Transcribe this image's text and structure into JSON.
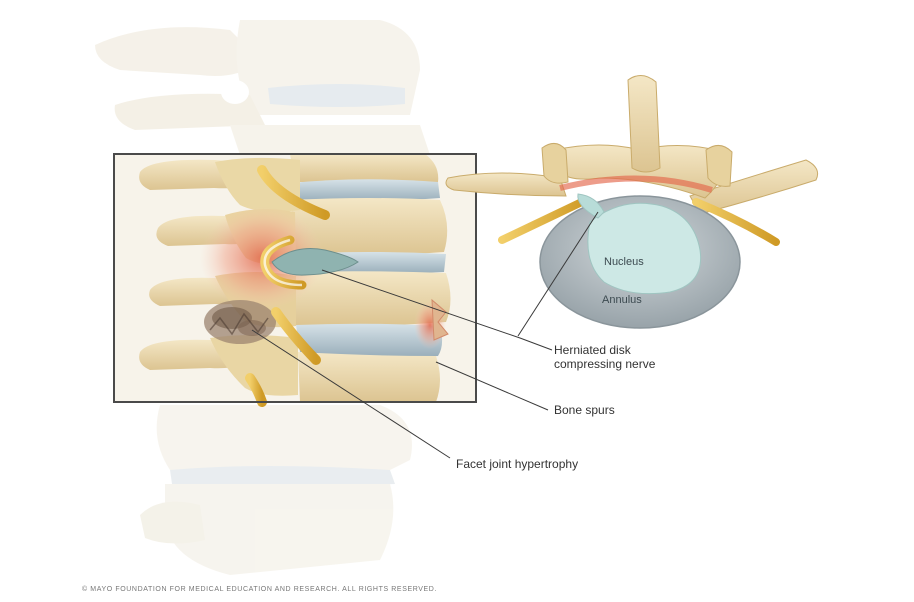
{
  "labels": {
    "nucleus": "Nucleus",
    "annulus": "Annulus",
    "herniated_line1": "Herniated disk",
    "herniated_line2": "compressing nerve",
    "bone_spurs": "Bone spurs",
    "facet": "Facet joint hypertrophy"
  },
  "copyright": "© MAYO FOUNDATION FOR MEDICAL EDUCATION AND RESEARCH. ALL RIGHTS RESERVED.",
  "colors": {
    "bone": "#ecdcb2",
    "bone_shade": "#d9c38e",
    "disk": "#b9c9d2",
    "nerve": "#e3b23c",
    "inflammation": "#e87a60",
    "nucleus": "#c7e5e2",
    "annulus": "#a6b0b6"
  }
}
